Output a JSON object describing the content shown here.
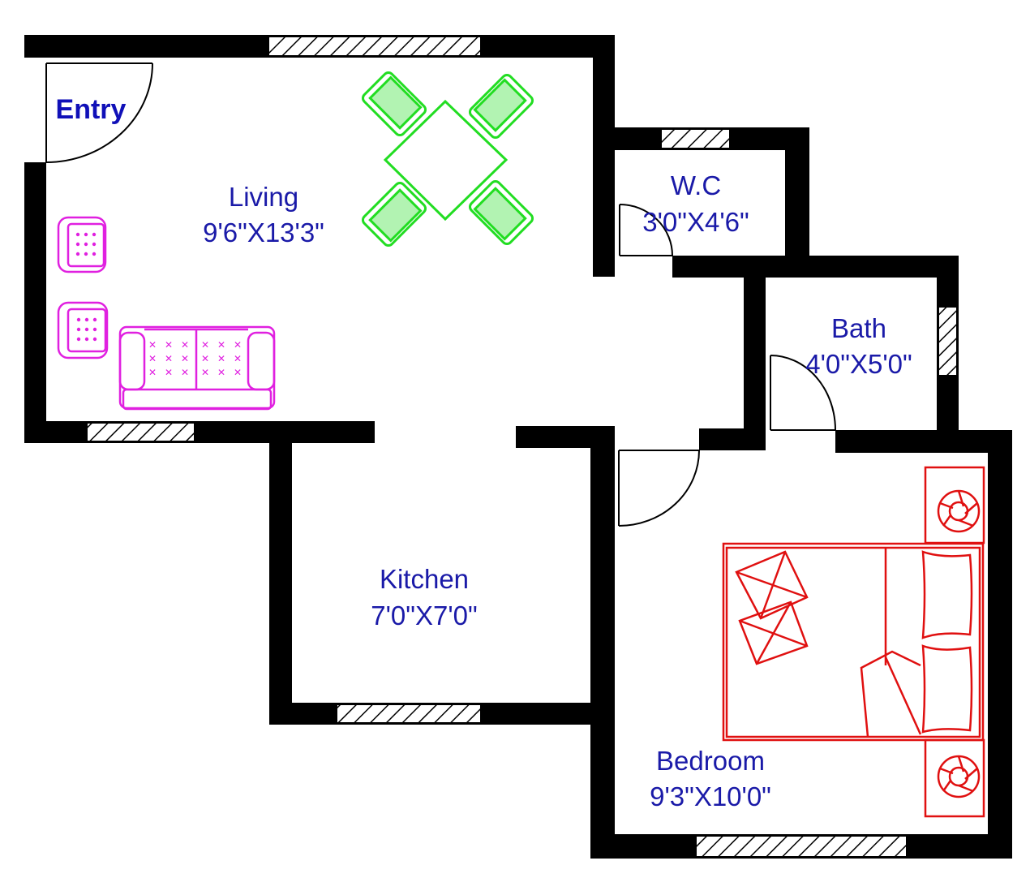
{
  "colors": {
    "wall": "#000000",
    "label": "#1a1aa8",
    "entry": "#1010b8",
    "dining": "#22dd22",
    "sofa": "#e020e0",
    "bed": "#e01010",
    "door": "#000000"
  },
  "labels": {
    "entry": "Entry",
    "living": {
      "name": "Living",
      "size": "9'6\"X13'3\""
    },
    "wc": {
      "name": "W.C",
      "size": "3'0\"X4'6\""
    },
    "bath": {
      "name": "Bath",
      "size": "4'0\"X5'0\""
    },
    "kitchen": {
      "name": "Kitchen",
      "size": "7'0\"X7'0\""
    },
    "bedroom": {
      "name": "Bedroom",
      "size": "9'3\"X10'0\""
    }
  }
}
